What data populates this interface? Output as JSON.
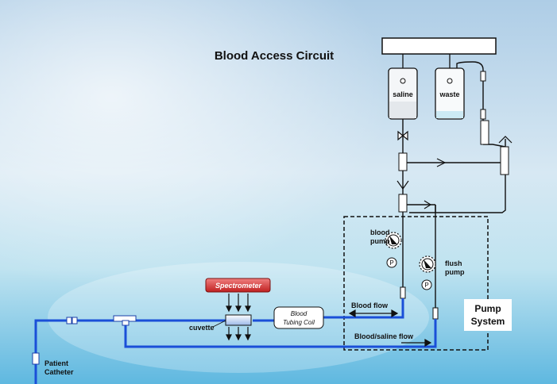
{
  "title": "Blood Access Circuit",
  "containers": {
    "saline": "saline",
    "waste": "waste"
  },
  "spectrometer": "Spectrometer",
  "cuvette": "cuvette",
  "tubing_coil": [
    "Blood",
    "Tubing Coil"
  ],
  "pumps": {
    "blood_pump": [
      "blood",
      "pump"
    ],
    "flush_pump": [
      "flush",
      "pump"
    ],
    "pressure_symbol": "P"
  },
  "flows": {
    "blood_flow": "Blood flow",
    "blood_saline_flow": "Blood/saline flow"
  },
  "pump_system": [
    "Pump",
    "System"
  ],
  "patient_catheter": [
    "Patient",
    "Catheter"
  ],
  "colors": {
    "tube_blue": "#1a4fd8",
    "line_dark": "#1a1a1a",
    "spectrometer_red": "#d93030",
    "saline_fill": "#dfe6ec",
    "waste_fill": "#d9eef5"
  }
}
